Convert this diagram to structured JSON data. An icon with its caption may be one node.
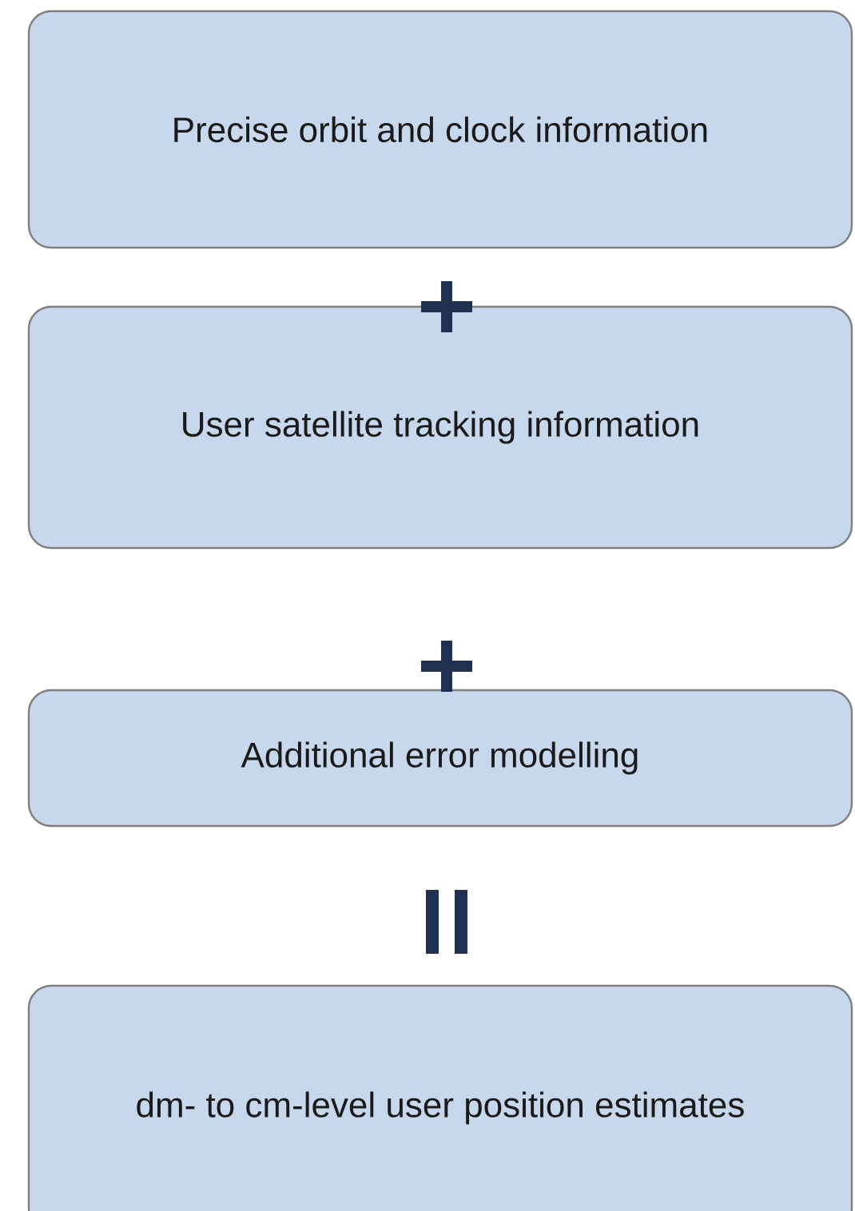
{
  "diagram": {
    "nodes": [
      {
        "text": [
          "Precise orbit and clock information"
        ]
      },
      {
        "text": [
          "User satellite tracking information"
        ]
      },
      {
        "text": [
          "Additional error modelling"
        ]
      },
      {
        "text": [
          "dm- to cm-level user position estimates"
        ]
      }
    ]
  }
}
